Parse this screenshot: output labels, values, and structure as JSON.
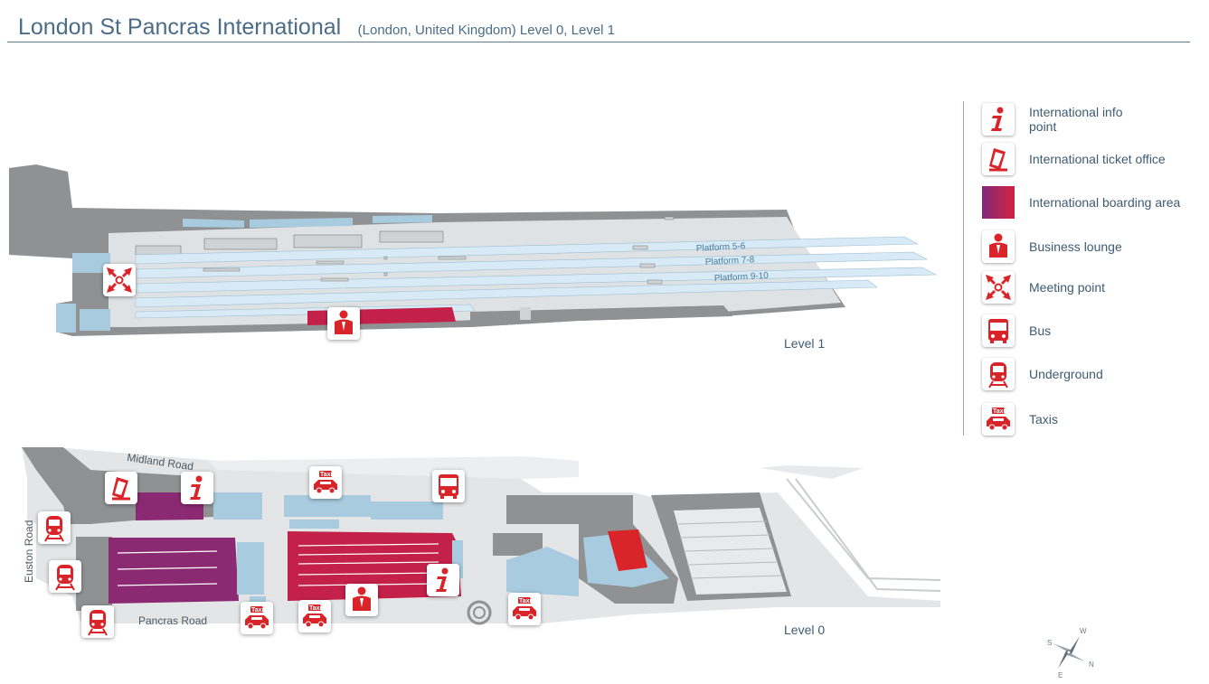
{
  "header": {
    "station_name": "London St Pancras International",
    "subtitle": "(London, United Kingdom) Level 0, Level 1"
  },
  "legend": [
    {
      "icon": "info-icon",
      "label": "International info point"
    },
    {
      "icon": "ticket-icon",
      "label": "International ticket office"
    },
    {
      "icon": "boarding-area-swatch",
      "label": "International boarding area"
    },
    {
      "icon": "business-lounge-icon",
      "label": "Business lounge"
    },
    {
      "icon": "meeting-point-icon",
      "label": "Meeting point"
    },
    {
      "icon": "bus-icon",
      "label": "Bus"
    },
    {
      "icon": "underground-icon",
      "label": "Underground"
    },
    {
      "icon": "taxi-icon",
      "label": "Taxis"
    }
  ],
  "level1": {
    "label": "Level 1",
    "platforms": [
      "Platform 5-6",
      "Platform 7-8",
      "Platform 9-10"
    ]
  },
  "level0": {
    "label": "Level 0",
    "roads": {
      "midland": "Midland Road",
      "euston": "Euston Road",
      "pancras": "Pancras Road"
    }
  },
  "taxi_sign_text": "Taxi",
  "compass": {
    "w": "W",
    "s": "S",
    "e": "E",
    "n": "N"
  },
  "colors": {
    "accent_red": "#d9252a",
    "boarding_purple": "#8b2a72",
    "boarding_magenta": "#c3204a",
    "building_grey": "#8f9193",
    "floor_light": "#e3e5e7",
    "platform_blue": "#dcecf6",
    "shop_blue": "#a9cde0",
    "text_blue": "#3e5b72"
  }
}
